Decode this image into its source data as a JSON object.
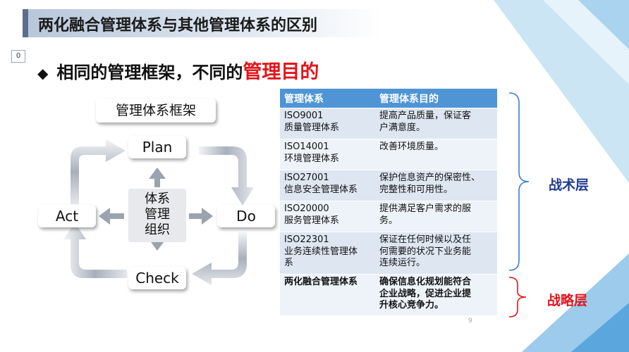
{
  "slide": {
    "title": "两化融合管理体系与其他管理体系的区别",
    "slide_number": "0",
    "subtitle_prefix": "相同的管理框架，不同的",
    "subtitle_emphasis": "管理目的",
    "page_mark": "9"
  },
  "diagram": {
    "framework_label": "管理体系框架",
    "plan": "Plan",
    "do": "Do",
    "check": "Check",
    "act": "Act",
    "center_lines": [
      "体系",
      "管理",
      "组织"
    ]
  },
  "table": {
    "headers": [
      "管理体系",
      "管理体系目的"
    ],
    "rows": [
      {
        "name_lines": [
          "ISO9001",
          "质量管理体系"
        ],
        "purpose_lines": [
          "提高产品质量，保证客",
          "户满意度。"
        ]
      },
      {
        "name_lines": [
          "ISO14001",
          "环境管理体系"
        ],
        "purpose_lines": [
          "改善环境质量。"
        ]
      },
      {
        "name_lines": [
          "ISO27001",
          "信息安全管理体系"
        ],
        "purpose_lines": [
          "保护信息资产的保密性、",
          "完整性和可用性。"
        ]
      },
      {
        "name_lines": [
          "ISO20000",
          "服务管理体系"
        ],
        "purpose_lines": [
          "提供满足客户需求的服",
          "务。"
        ]
      },
      {
        "name_lines": [
          "ISO22301",
          "业务连续性管理体",
          "系"
        ],
        "purpose_lines": [
          "保证在任何时候以及任",
          "何需要的状况下业务能",
          "连续运行。"
        ]
      },
      {
        "name_lines": [
          "两化融合管理体系"
        ],
        "purpose_lines": [
          "确保信息化规划能符合",
          "企业战略，促进企业提",
          "升核心竞争力。"
        ]
      }
    ]
  },
  "labels": {
    "tactical": "战术层",
    "strategic": "战略层"
  },
  "colors": {
    "table_header": "#4f95d6",
    "tactical_text": "#1f3b8f",
    "strategic_text": "#e2141b",
    "bracket": "#3f7fc4",
    "strategic_bracket": "#e2141b"
  }
}
